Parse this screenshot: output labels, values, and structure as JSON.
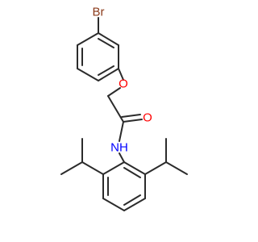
{
  "molecule": {
    "atom_labels": {
      "br": "Br",
      "o_ether": "O",
      "o_carbonyl": "O",
      "nh": "NH"
    },
    "colors": {
      "bond": "#2b2b2b",
      "br": "#8b3a1a",
      "oxygen": "#ff0000",
      "nitrogen": "#0000ff"
    }
  }
}
